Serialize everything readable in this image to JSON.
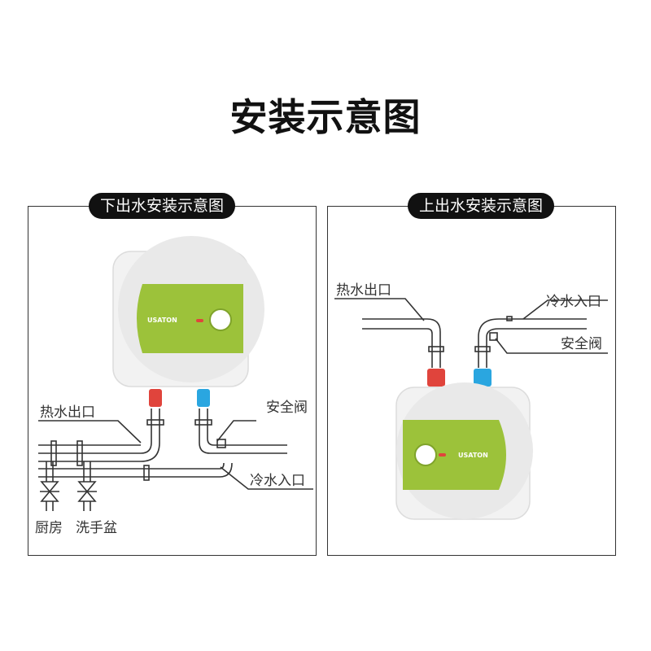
{
  "title": "安装示意图",
  "brand": "USATON",
  "colors": {
    "body": "#f4f4f4",
    "accent": "#9cc23a",
    "hot": "#e0443c",
    "cold": "#2aa6e0"
  },
  "left_panel": {
    "tag": "下出水安装示意图",
    "labels": {
      "hot_outlet": "热水出口",
      "safety_valve": "安全阀",
      "cold_inlet": "冷水入口",
      "kitchen": "厨房",
      "basin": "洗手盆"
    }
  },
  "right_panel": {
    "tag": "上出水安装示意图",
    "labels": {
      "hot_outlet": "热水出口",
      "cold_inlet": "冷水入口",
      "safety_valve": "安全阀"
    }
  }
}
